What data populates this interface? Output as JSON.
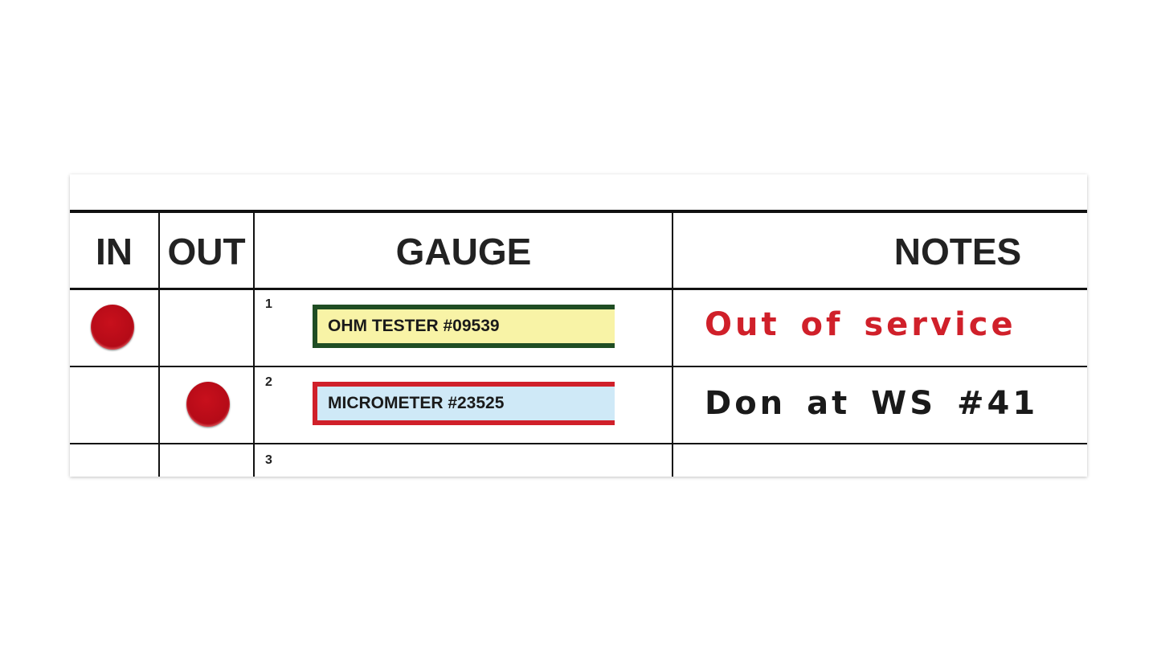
{
  "headers": {
    "in": "IN",
    "out": "OUT",
    "gauge": "GAUGE",
    "notes": "NOTES"
  },
  "rows": [
    {
      "number": "1",
      "status": "in",
      "gauge": "OHM TESTER #09539",
      "note": "Out of service",
      "tag_bg": "#f8f3a6",
      "tag_border": "#1f4d23",
      "note_color": "#d0202a"
    },
    {
      "number": "2",
      "status": "out",
      "gauge": "MICROMETER #23525",
      "note": "Don at WS #41",
      "tag_bg": "#cfe9f7",
      "tag_border": "#d0202a",
      "note_color": "#1a1a1a"
    },
    {
      "number": "3",
      "status": "",
      "gauge": "",
      "note": ""
    }
  ]
}
